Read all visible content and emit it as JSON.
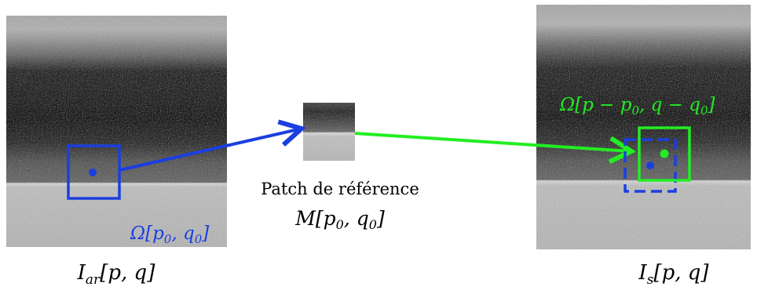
{
  "images": {
    "reference": {
      "label_base": "I",
      "label_sub": "ar",
      "label_args": "[p, q]"
    },
    "patch": {
      "caption": "Patch de référence",
      "label_base": "M",
      "label_args": "[p",
      "label_sub0": "0",
      "label_mid": ", q",
      "label_end": "]"
    },
    "search": {
      "label_base": "I",
      "label_sub": "s",
      "label_args": "[p, q]"
    }
  },
  "annotations": {
    "omega_blue": {
      "omega": "Ω",
      "open": "[p",
      "sub_p": "0",
      "mid": ", q",
      "sub_q": "0",
      "close": "]"
    },
    "omega_green": {
      "omega": "Ω",
      "open": "[p − p",
      "sub_p": "0",
      "mid": ", q − q",
      "sub_q": "0",
      "close": "]"
    }
  },
  "colors": {
    "blue": "#1a3fe0",
    "green": "#22ee22",
    "text": "#000000"
  }
}
